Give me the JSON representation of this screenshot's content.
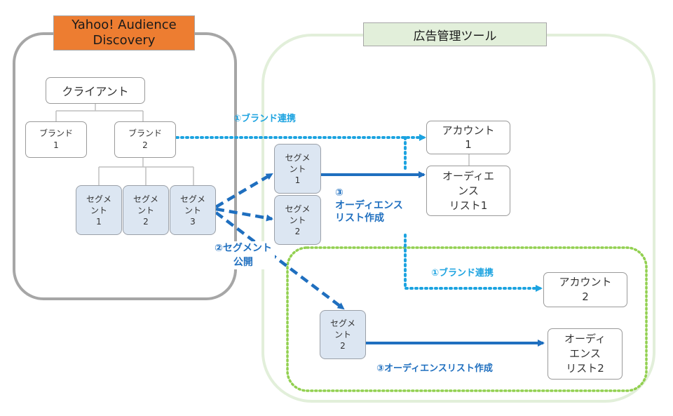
{
  "yahoo": {
    "title": "Yahoo! Audience\nDiscovery"
  },
  "tool": {
    "title": "広告管理ツール"
  },
  "client": "クライアント",
  "brand1": "ブランド\n1",
  "brand2": "ブランド\n2",
  "segs": {
    "s1": "セグメ\nント\n1",
    "s2": "セグメ\nント\n2",
    "s3": "セグメ\nント\n3"
  },
  "tool_segs": {
    "upper": "セグメ\nント\n1",
    "mid": "セグメ\nント\n2",
    "lower": "セグメ\nント\n2"
  },
  "account1": "アカウント\n1",
  "audience1": "オーディエ\nンス\nリスト1",
  "account2": "アカウント\n2",
  "audience2": "オーディ\nエンス\nリスト2",
  "labels": {
    "brand_link_1": "①ブランド連携",
    "brand_link_2": "①ブランド連携",
    "segment_publish": "②セグメント\n公開",
    "audience_create_1": "③\nオーディエンス\nリスト作成",
    "audience_create_2": "③オーディエンスリスト作成"
  },
  "colors": {
    "yahoo_title_bg": "#ed7d31",
    "tool_title_bg": "#e2efda",
    "segment_fill": "#dce6f2",
    "flow_blue": "#1f6fbf",
    "link_cyan": "#1ca3e0"
  }
}
